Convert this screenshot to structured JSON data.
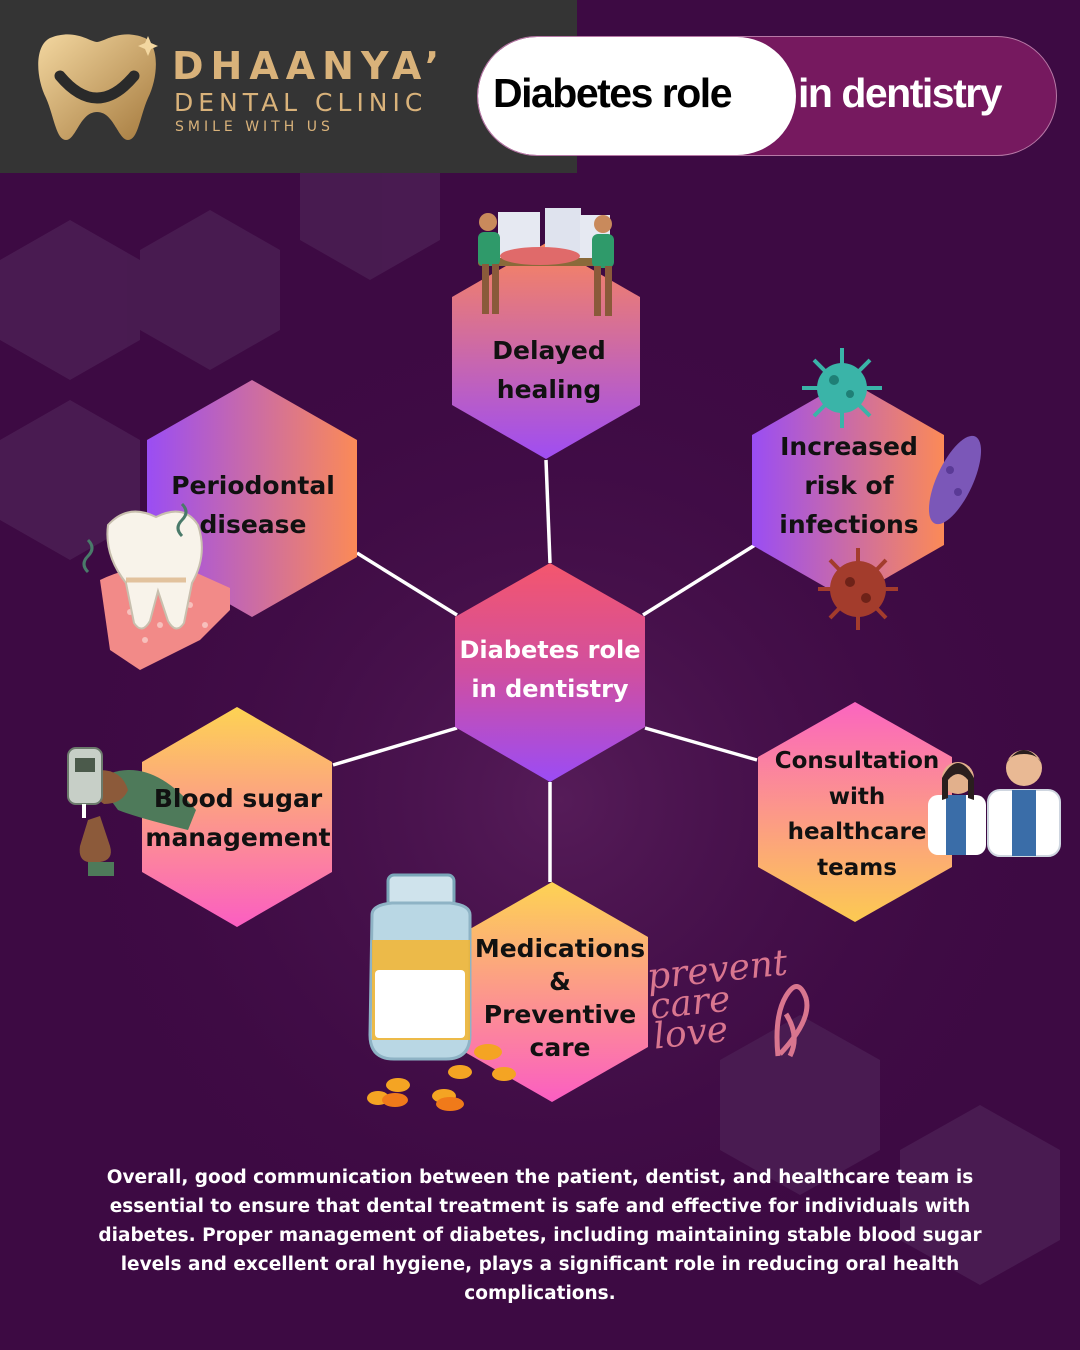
{
  "brand": {
    "name_line1": "DHAANYA’",
    "name_line2": "DENTAL CLINIC",
    "tagline": "SMILE WITH US"
  },
  "header": {
    "title_left": "Diabetes role",
    "title_right": "in dentistry"
  },
  "diagram": {
    "center": "Diabetes role in dentistry",
    "nodes": [
      {
        "label": "Delayed healing",
        "icon": "stretcher-icon"
      },
      {
        "label": "Increased risk of infections",
        "icon": "germ-icon"
      },
      {
        "label": "Consultation with healthcare teams",
        "icon": "doctors-icon"
      },
      {
        "label": "Medications & Preventive care",
        "icon": "pill-bottle-icon"
      },
      {
        "label": "Blood sugar management",
        "icon": "glucometer-icon"
      },
      {
        "label": "Periodontal disease",
        "icon": "tooth-icon"
      }
    ]
  },
  "decor": {
    "script_text": "prevent care love"
  },
  "summary": "Overall, good communication between the patient, dentist, and healthcare team is essential to ensure that dental treatment is safe and effective for individuals with diabetes. Proper management of diabetes, including maintaining stable blood sugar levels and excellent oral hygiene, plays a significant role in reducing oral health complications.",
  "colors": {
    "background": "#3d0a43",
    "gold": "#d9b27a",
    "pill_purple": "#76195f"
  }
}
